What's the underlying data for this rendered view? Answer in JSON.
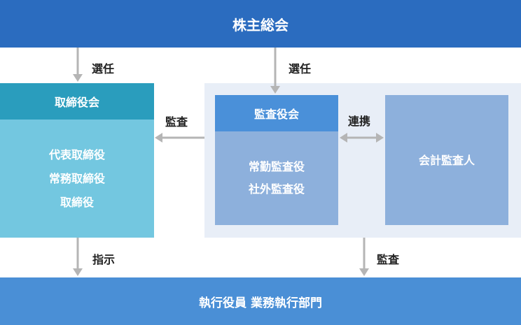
{
  "shareholders_meeting": "株主総会",
  "board": {
    "title": "取締役会",
    "members": [
      "代表取締役",
      "常務取締役",
      "取締役"
    ]
  },
  "audit_board": {
    "title": "監査役会",
    "members": [
      "常勤監査役",
      "社外監査役"
    ]
  },
  "accounting_auditor": "会計監査人",
  "executive": "執行役員 業務執行部門",
  "arrows": {
    "elect_board": "選任",
    "elect_audit": "選任",
    "audit_to_board": "監査",
    "liaison": "連携",
    "instruct": "指示",
    "audit_to_exec": "監査"
  },
  "colors": {
    "top_bar": "#2b6cbf",
    "board_header": "#2a9dbd",
    "board_body": "#73c7e0",
    "audit_header": "#4a90d9",
    "audit_body": "#8db0dc",
    "audit_area": "#e8eef7",
    "bottom_bar": "#4a8fd6",
    "arrow": "#b5b5b5"
  }
}
